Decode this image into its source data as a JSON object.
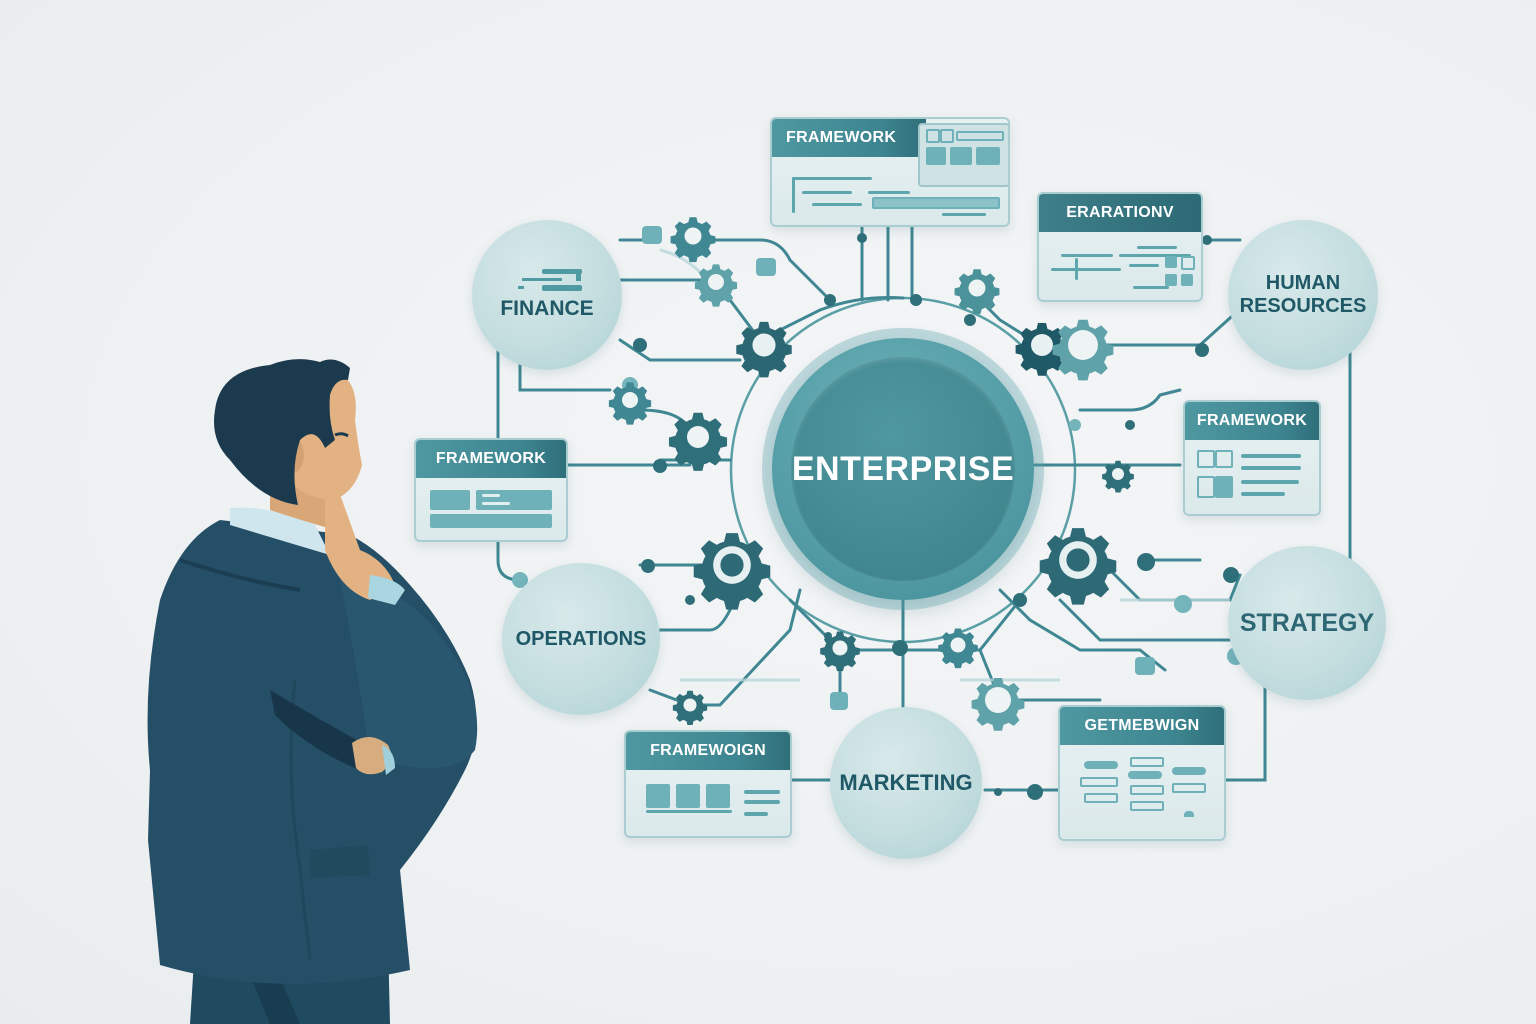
{
  "diagram": {
    "central_node": {
      "label": "ENTERPRISE",
      "color": "#4a929b"
    },
    "departments": [
      {
        "id": "finance",
        "label": "FINANCE"
      },
      {
        "id": "human-resources",
        "label_line1": "HUMAN",
        "label_line2": "RESOURCES"
      },
      {
        "id": "operations",
        "label": "OPERATIONS"
      },
      {
        "id": "strategy",
        "label": "STRATEGY"
      },
      {
        "id": "marketing",
        "label": "MARKETING"
      }
    ],
    "framework_cards": [
      {
        "id": "top",
        "title": "FRAMEWORK"
      },
      {
        "id": "top-right",
        "title": "ERARATIONV"
      },
      {
        "id": "left",
        "title": "FRAMEWORK"
      },
      {
        "id": "right",
        "title": "FRAMEWORK"
      },
      {
        "id": "bottom-left",
        "title": "FRAMEWOIGN"
      },
      {
        "id": "bottom-right",
        "title": "GETMEBWIGN"
      }
    ],
    "colors": {
      "teal_dark": "#1f5866",
      "teal_mid": "#3d8590",
      "teal_light": "#c2dcde",
      "gear": "#2f6f7a",
      "background": "#eef1f2"
    }
  },
  "figure": {
    "subject": "businessman-thinking",
    "suit_color": "#254f66",
    "skin_color": "#e2b283",
    "hair_color": "#1c3a4e",
    "shirt_color": "#cfe6ee"
  }
}
